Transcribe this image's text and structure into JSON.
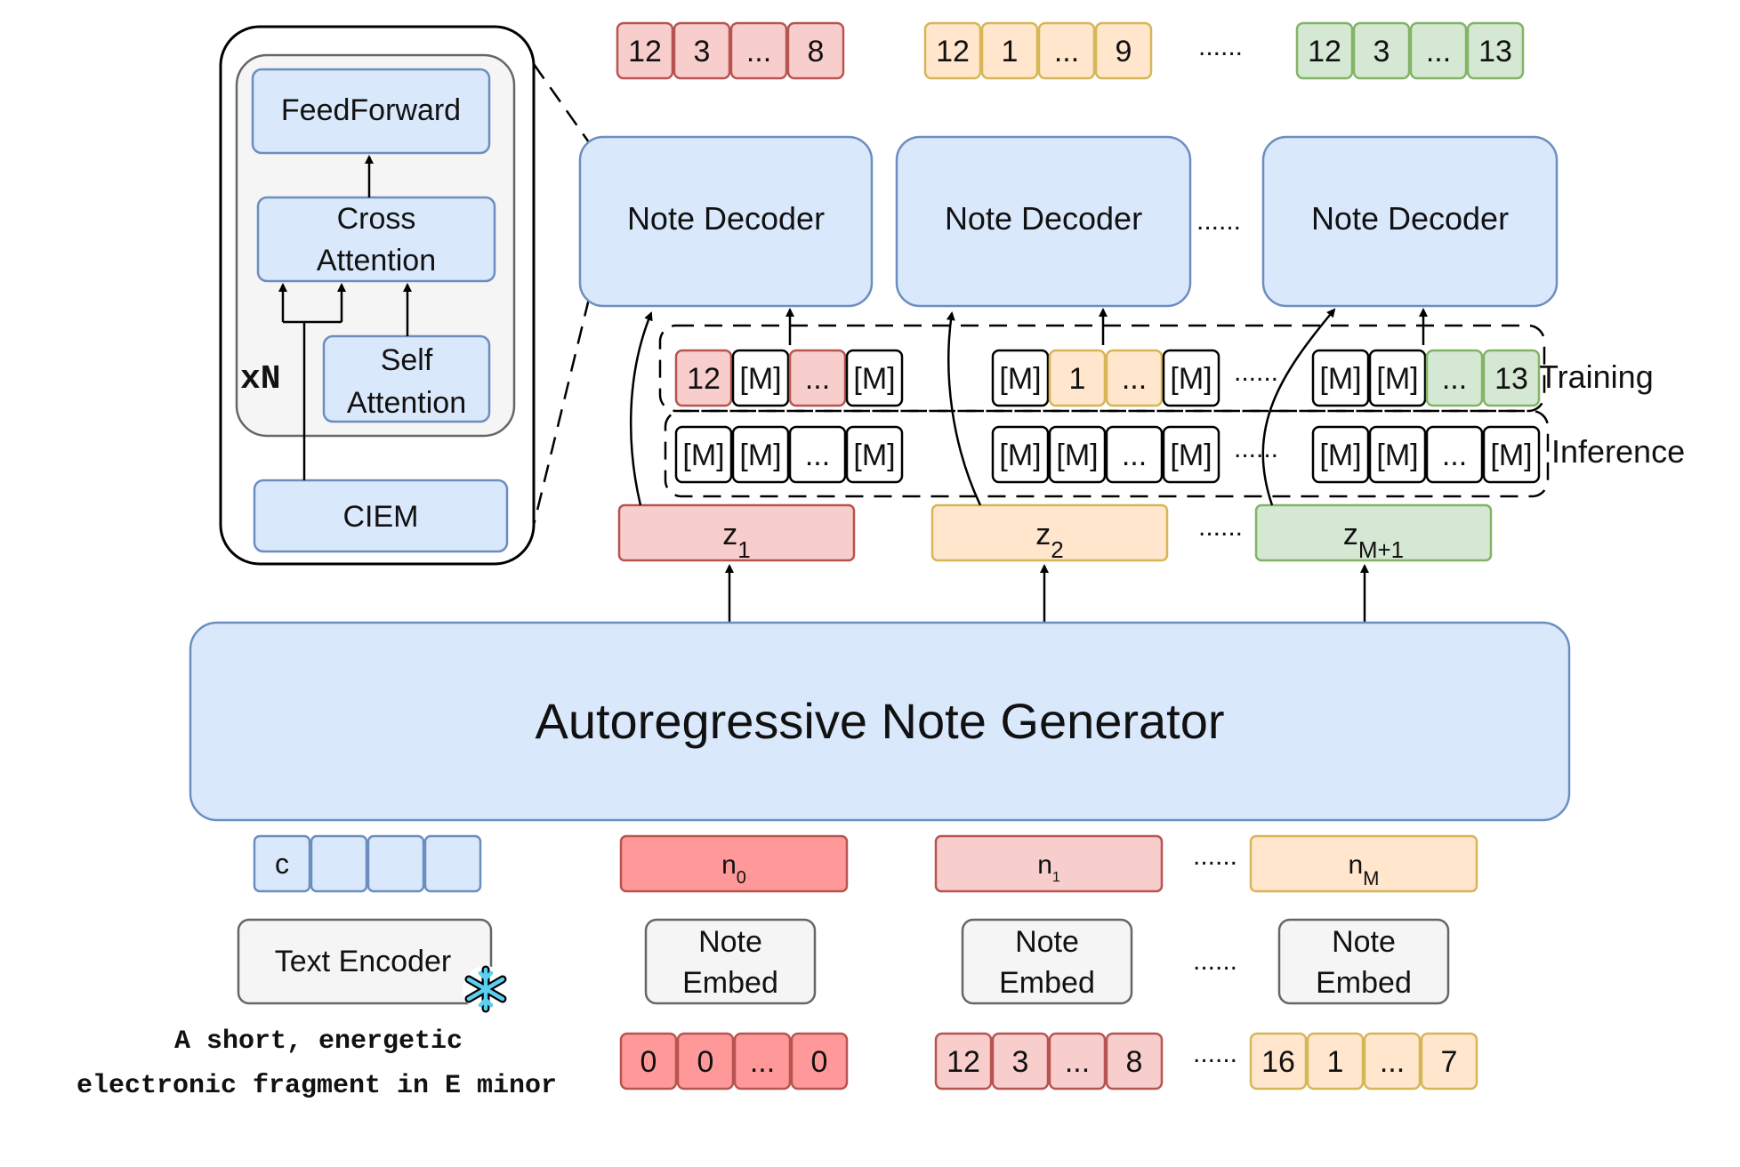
{
  "colors": {
    "blue_fill": "#dae8fc",
    "blue_stroke": "#6c8ebf",
    "red_fill": "#f8cecc",
    "red_stroke": "#b85450",
    "red_strong": "#ff9999",
    "yellow_fill": "#ffe6cc",
    "yellow_stroke": "#d6b656",
    "green_fill": "#d5e8d4",
    "green_stroke": "#82b366",
    "gray_fill": "#f5f5f5",
    "gray_stroke": "#666666",
    "prompt_text": "#1f6fc5"
  },
  "ellipsis": "......",
  "detail": {
    "feedforward": "FeedForward",
    "cross_attention": [
      "Cross",
      "Attention"
    ],
    "self_attention": [
      "Self",
      "Attention"
    ],
    "repeat": "xN",
    "ciem": "CIEM"
  },
  "outputs": [
    [
      "12",
      "3",
      "...",
      "8"
    ],
    [
      "12",
      "1",
      "...",
      "9"
    ],
    [
      "12",
      "3",
      "...",
      "13"
    ]
  ],
  "decoder_label": "Note Decoder",
  "training": {
    "label": "Training",
    "groups": [
      [
        "12",
        "[M]",
        "...",
        "[M]"
      ],
      [
        "[M]",
        "1",
        "...",
        "[M]"
      ],
      [
        "[M]",
        "[M]",
        "...",
        "13"
      ]
    ]
  },
  "inference": {
    "label": "Inference",
    "groups": [
      [
        "[M]",
        "[M]",
        "...",
        "[M]"
      ],
      [
        "[M]",
        "[M]",
        "...",
        "[M]"
      ],
      [
        "[M]",
        "[M]",
        "...",
        "[M]"
      ]
    ]
  },
  "latents": [
    {
      "base": "z",
      "sub": "1"
    },
    {
      "base": "z",
      "sub": "2"
    },
    {
      "base": "z",
      "sub": "M+1"
    }
  ],
  "generator_label": "Autoregressive Note Generator",
  "condition_token": "c",
  "note_inputs": [
    {
      "base": "n",
      "sub": "0"
    },
    {
      "base": "n",
      "sub": "1"
    },
    {
      "base": "n",
      "sub": "M"
    }
  ],
  "text_encoder": "Text Encoder",
  "frozen_icon": "snowflake-icon",
  "note_embed": [
    "Note",
    "Embed"
  ],
  "prompt": [
    "A short, energetic",
    "electronic fragment in E minor"
  ],
  "input_tokens": [
    [
      "0",
      "0",
      "...",
      "0"
    ],
    [
      "12",
      "3",
      "...",
      "8"
    ],
    [
      "16",
      "1",
      "...",
      "7"
    ]
  ]
}
